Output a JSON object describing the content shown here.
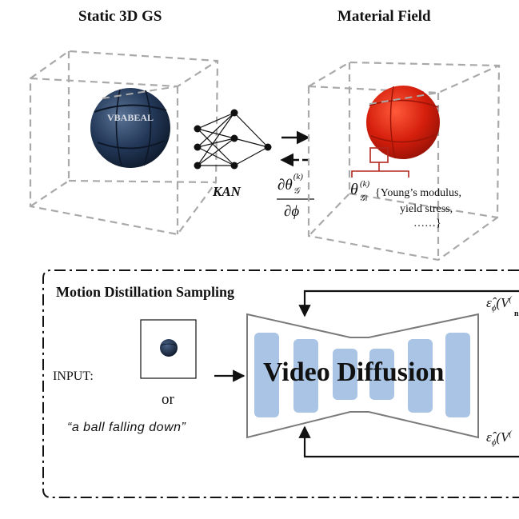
{
  "top": {
    "left_title": "Static 3D GS",
    "right_title": "Material Field",
    "ball_brand": "VBABEAL",
    "kan_label": "KAN",
    "gradient_numerator": "∂θ",
    "gradient_sup": "(k)",
    "gradient_sub": "𝒢",
    "gradient_denominator": "∂ϕ",
    "theta_symbol": "θ",
    "theta_sup": "(k)",
    "theta_sub": "𝒢",
    "theta_sub_i": "i",
    "properties": [
      "{Young’s modulus,",
      "yield stress,",
      "……}"
    ]
  },
  "bottom": {
    "section_title": "Motion Distillation Sampling",
    "input_label": "INPUT:",
    "or_label": "or",
    "prompt_text": "“a ball falling down”",
    "diffusion_label": "Video Diffusion",
    "eps_top_symbol": "ε̂",
    "eps_top_sub": "ϕ",
    "eps_top_rest": "(V",
    "eps_top_sup": "(",
    "eps_top_sub2": "n",
    "eps_bottom_symbol": "ε̂",
    "eps_bottom_sub": "ϕ",
    "eps_bottom_rest": "(V",
    "eps_bottom_sup": "("
  },
  "colors": {
    "box_dash": "#a9a9a9",
    "unet_fill": "#a9c4e4",
    "ball_blue": "#233a60",
    "ball_red": "#d21e0e",
    "bracket_red": "#b3261e"
  }
}
